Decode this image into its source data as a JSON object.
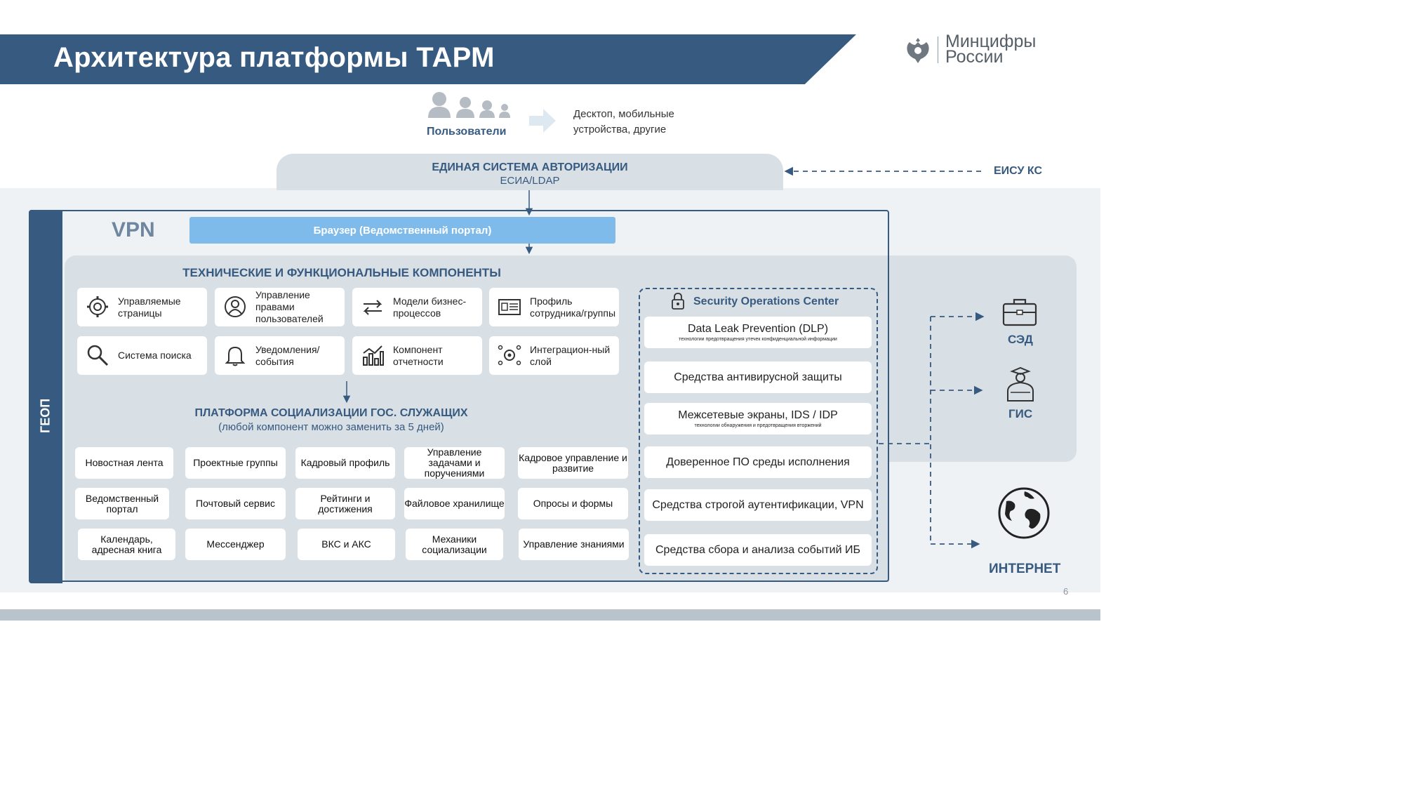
{
  "header": {
    "title": "Архитектура платформы ТАРМ",
    "logo_line1": "Минцифры",
    "logo_line2": "России"
  },
  "users": {
    "label": "Пользователи",
    "devices": "Десктоп, мобильные устройства, другие"
  },
  "auth": {
    "title": "ЕДИНАЯ СИСТЕМА АВТОРИЗАЦИИ",
    "subtitle": "ЕСИА/LDAP",
    "external": "ЕИСУ КС"
  },
  "geop": {
    "label": "ГЕОП"
  },
  "vpn": {
    "label": "VPN",
    "browser": "Браузер (Ведомственный портал)"
  },
  "tech": {
    "title": "ТЕХНИЧЕСКИЕ И ФУНКЦИОНАЛЬНЫЕ КОМПОНЕНТЫ",
    "items": [
      {
        "label": "Управляемые страницы",
        "icon": "gear-icon"
      },
      {
        "label": "Управление правами пользователей",
        "icon": "user-rights-icon"
      },
      {
        "label": "Модели бизнес-процессов",
        "icon": "process-arrows-icon"
      },
      {
        "label": "Профиль сотрудника/группы",
        "icon": "id-card-icon"
      },
      {
        "label": "Система поиска",
        "icon": "search-icon"
      },
      {
        "label": "Уведомления/события",
        "icon": "bell-icon"
      },
      {
        "label": "Компонент отчетности",
        "icon": "chart-icon"
      },
      {
        "label": "Интеграцион-ный слой",
        "icon": "integration-icon"
      }
    ]
  },
  "platform": {
    "title": "ПЛАТФОРМА СОЦИАЛИЗАЦИИ ГОС. СЛУЖАЩИХ",
    "subtitle": "(любой компонент можно заменить за 5 дней)",
    "items": [
      "Новостная лента",
      "Проектные группы",
      "Кадровый профиль",
      "Управление задачами и поручениями",
      "Кадровое управление и развитие",
      "Ведомственный портал",
      "Почтовый сервис",
      "Рейтинги и достижения",
      "Файловое хранилище",
      "Опросы и формы",
      "Календарь, адресная книга",
      "Мессенджер",
      "ВКС и АКС",
      "Механики социализации",
      "Управление знаниями"
    ]
  },
  "soc": {
    "title": "Security Operations Center",
    "items": [
      {
        "label": "Data Leak Prevention (DLP)",
        "sub": "технологии предотвращения утечек конфиденциальной информации"
      },
      {
        "label": "Средства антивирусной защиты",
        "sub": ""
      },
      {
        "label": "Межсетевые экраны, IDS / IDP",
        "sub": "технологии обнаружения и предотвращения вторжений"
      },
      {
        "label": "Доверенное ПО среды исполнения",
        "sub": ""
      },
      {
        "label": "Средства строгой аутентификации, VPN",
        "sub": ""
      },
      {
        "label": "Средства сбора и анализа событий ИБ",
        "sub": ""
      }
    ]
  },
  "external": {
    "sed": "СЭД",
    "gis": "ГИС",
    "internet": "ИНТЕРНЕТ"
  },
  "page_number": "6",
  "colors": {
    "primary": "#375a80",
    "browser": "#7fbbea",
    "panel": "#d8dfe5",
    "background": "#eef2f5"
  }
}
